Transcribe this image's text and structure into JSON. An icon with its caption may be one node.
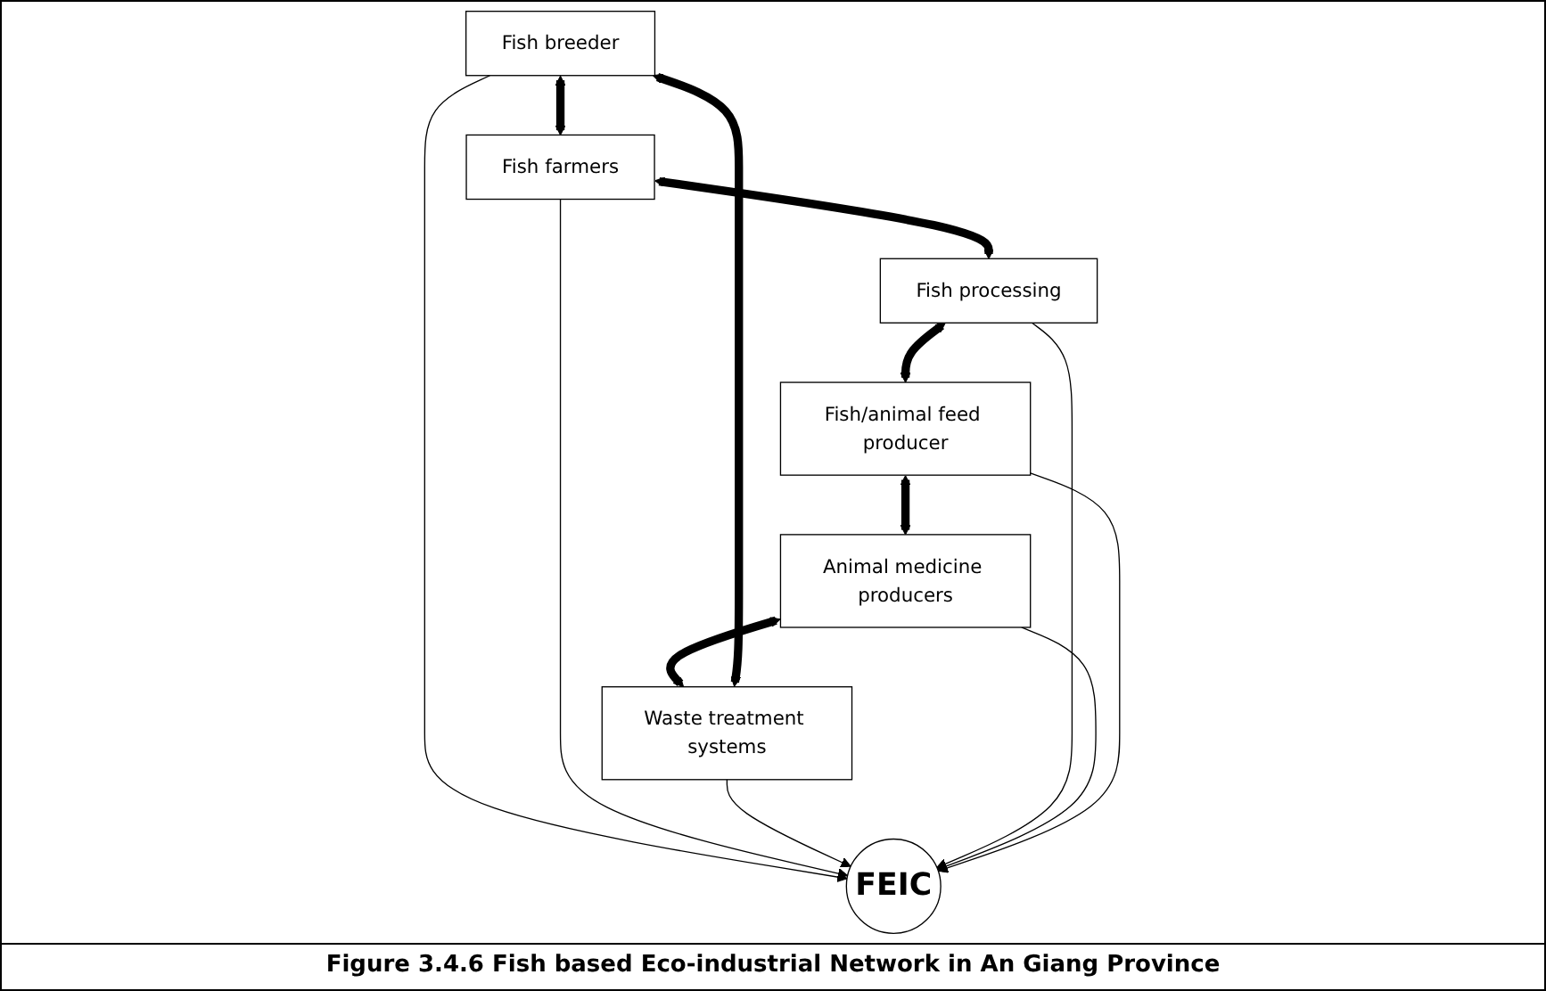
{
  "diagram": {
    "caption": "Figure 3.4.6 Fish based Eco-industrial Network in An Giang Province",
    "nodes": [
      {
        "text": [
          "Fish breeder"
        ]
      },
      {
        "text": [
          "Fish farmers"
        ]
      },
      {
        "text": [
          "Waste treatment systems"
        ]
      },
      {
        "text": [
          "FEIC"
        ]
      },
      {
        "text": [
          "Fish processing"
        ]
      },
      {
        "text": [
          "Animal medicine producers"
        ]
      },
      {
        "text": [
          "Fish/animal feed producer"
        ]
      }
    ],
    "edges": [
      {
        "from": 0,
        "to": 1,
        "arrow": "both",
        "style": "thick"
      },
      {
        "from": 1,
        "to": 4,
        "arrow": "both",
        "style": "thick"
      },
      {
        "from": 4,
        "to": 6,
        "arrow": "both",
        "style": "thick"
      },
      {
        "from": 6,
        "to": 5,
        "arrow": "both",
        "style": "thick"
      },
      {
        "from": 5,
        "to": 2,
        "arrow": "both",
        "style": "thick"
      },
      {
        "from": 2,
        "to": 0,
        "arrow": "both",
        "style": "thick"
      },
      {
        "from": 0,
        "to": 3,
        "arrow": "to"
      },
      {
        "from": 1,
        "to": 3,
        "arrow": "to"
      },
      {
        "from": 2,
        "to": 3,
        "arrow": "to"
      },
      {
        "from": 4,
        "to": 3,
        "arrow": "to"
      },
      {
        "from": 5,
        "to": 3,
        "arrow": "to"
      },
      {
        "from": 6,
        "to": 3,
        "arrow": "to"
      }
    ]
  }
}
